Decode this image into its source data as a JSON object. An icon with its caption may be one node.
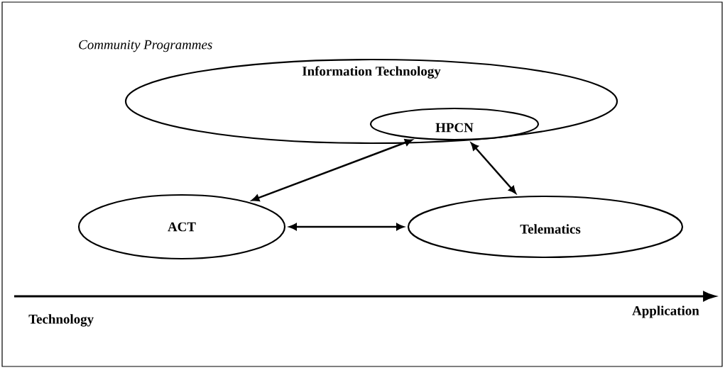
{
  "diagram": {
    "title": "Community Programmes",
    "nodes": [
      {
        "text": [
          "Information Technology"
        ]
      },
      {
        "text": [
          "HPCN"
        ],
        "in": 0
      },
      {
        "text": [
          "ACT"
        ]
      },
      {
        "text": [
          "Telematics"
        ]
      }
    ],
    "edges": [
      {
        "from": 1,
        "to": 2,
        "arrow": "both"
      },
      {
        "from": 2,
        "to": 3,
        "arrow": "both"
      },
      {
        "from": 1,
        "to": 3,
        "arrow": "both"
      }
    ],
    "labels": [
      "Technology",
      "Application"
    ]
  }
}
